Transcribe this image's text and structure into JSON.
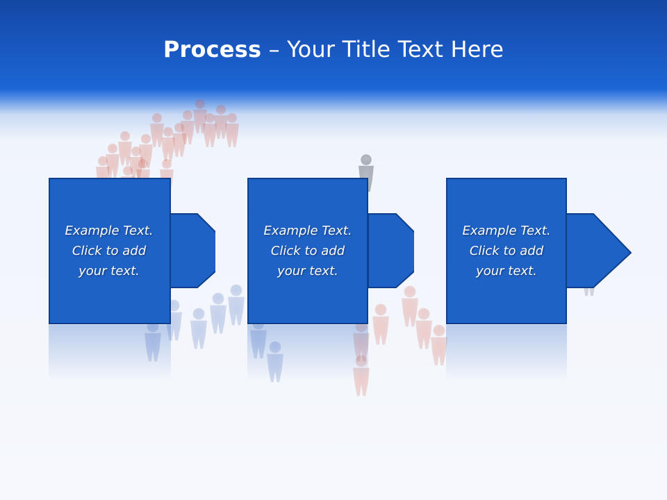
{
  "slide": {
    "title_bold": "Process",
    "title_rest": " – Your Title Text Here"
  },
  "steps": [
    {
      "line1": "Example Text.",
      "line2": "Click  to add",
      "line3": "your text."
    },
    {
      "line1": "Example Text.",
      "line2": "Click  to add",
      "line3": "your text."
    },
    {
      "line1": "Example Text.",
      "line2": "Click  to add",
      "line3": "your text."
    }
  ],
  "colors": {
    "header": "#1a5ac4",
    "box_fill": "#1f62c6",
    "box_border": "#0f3e8a",
    "background": "#f3f6fc"
  },
  "icons": [
    "people-crowd-illustration",
    "arrow-right-icon"
  ]
}
